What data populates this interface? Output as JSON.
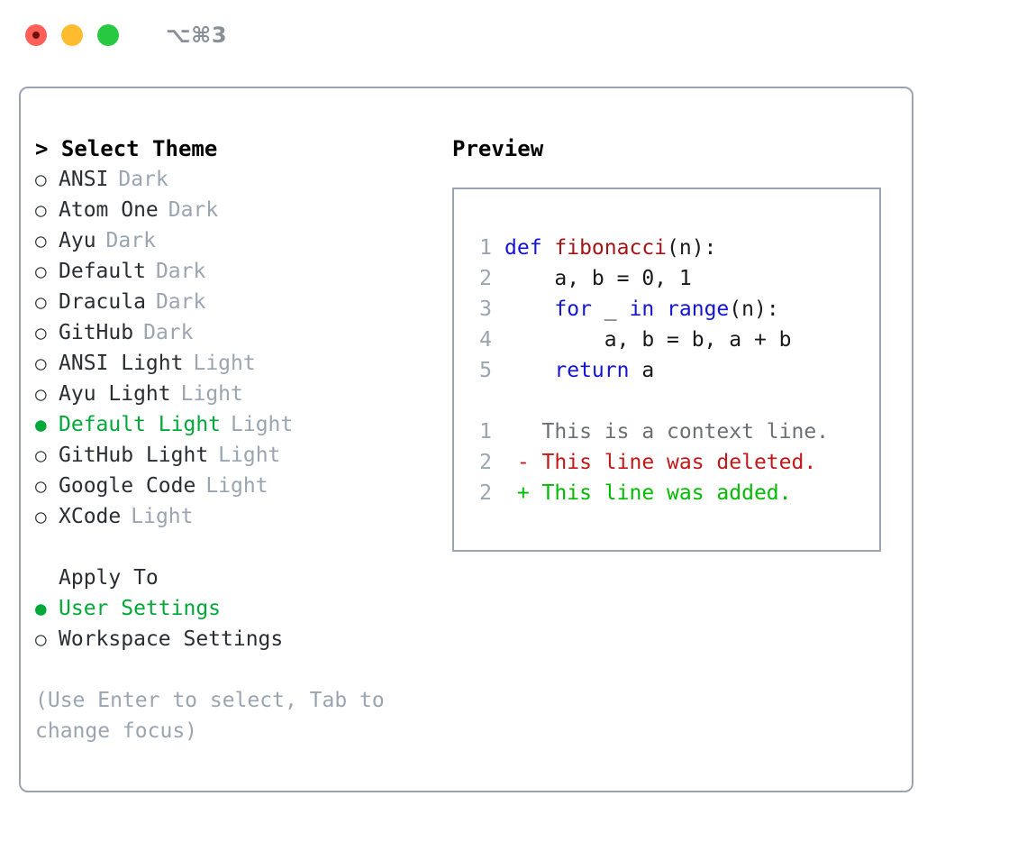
{
  "window": {
    "title": "⌥⌘3",
    "traffic_lights": [
      {
        "name": "close-button",
        "color": "#FF5F57"
      },
      {
        "name": "minimize-button",
        "color": "#FEBC2E"
      },
      {
        "name": "maximize-button",
        "color": "#28C840"
      }
    ]
  },
  "theme_picker": {
    "header": "> Select Theme",
    "bullet_unselected": "○",
    "bullet_selected": "●",
    "themes": [
      {
        "name": "ANSI",
        "tag": "Dark",
        "selected": false
      },
      {
        "name": "Atom One",
        "tag": "Dark",
        "selected": false
      },
      {
        "name": "Ayu",
        "tag": "Dark",
        "selected": false
      },
      {
        "name": "Default",
        "tag": "Dark",
        "selected": false
      },
      {
        "name": "Dracula",
        "tag": "Dark",
        "selected": false
      },
      {
        "name": "GitHub",
        "tag": "Dark",
        "selected": false
      },
      {
        "name": "ANSI Light",
        "tag": "Light",
        "selected": false
      },
      {
        "name": "Ayu Light",
        "tag": "Light",
        "selected": false
      },
      {
        "name": "Default Light",
        "tag": "Light",
        "selected": true
      },
      {
        "name": "GitHub Light",
        "tag": "Light",
        "selected": false
      },
      {
        "name": "Google Code",
        "tag": "Light",
        "selected": false
      },
      {
        "name": "XCode",
        "tag": "Light",
        "selected": false
      }
    ],
    "apply_to": {
      "label": "Apply To",
      "options": [
        {
          "name": "User Settings",
          "selected": true
        },
        {
          "name": "Workspace Settings",
          "selected": false
        }
      ]
    },
    "hint": "(Use Enter to select, Tab to change focus)"
  },
  "preview": {
    "header": "Preview",
    "code_lines": [
      {
        "lineno": "1",
        "tokens": [
          {
            "text": "def ",
            "cls": "tok-kw"
          },
          {
            "text": "fibonacci",
            "cls": "tok-fn"
          },
          {
            "text": "(n):",
            "cls": "tok-plain"
          }
        ]
      },
      {
        "lineno": "2",
        "tokens": [
          {
            "text": "    a, b = 0, 1",
            "cls": "tok-plain"
          }
        ]
      },
      {
        "lineno": "3",
        "tokens": [
          {
            "text": "    ",
            "cls": "tok-plain"
          },
          {
            "text": "for",
            "cls": "tok-kw"
          },
          {
            "text": " _ ",
            "cls": "tok-plain"
          },
          {
            "text": "in",
            "cls": "tok-kw"
          },
          {
            "text": " ",
            "cls": "tok-plain"
          },
          {
            "text": "range",
            "cls": "tok-kw"
          },
          {
            "text": "(n):",
            "cls": "tok-plain"
          }
        ]
      },
      {
        "lineno": "4",
        "tokens": [
          {
            "text": "        a, b = b, a + b",
            "cls": "tok-plain"
          }
        ]
      },
      {
        "lineno": "5",
        "tokens": [
          {
            "text": "    ",
            "cls": "tok-plain"
          },
          {
            "text": "return",
            "cls": "tok-kw"
          },
          {
            "text": " a",
            "cls": "tok-plain"
          }
        ]
      }
    ],
    "diff_lines": [
      {
        "lineno": "1",
        "marker": " ",
        "text": "This is a context line.",
        "kind": "diff-context"
      },
      {
        "lineno": "2",
        "marker": "-",
        "text": "This line was deleted.",
        "kind": "diff-del"
      },
      {
        "lineno": "2",
        "marker": "+",
        "text": "This line was added.",
        "kind": "diff-add"
      }
    ]
  },
  "colors": {
    "accent_green": "#00a838",
    "muted": "#9aa5b1",
    "keyword_blue": "#1414d6",
    "function_red": "#a31515",
    "diff_add_green": "#00bb00",
    "diff_del_red": "#c31818",
    "border": "#9aa5b1",
    "background": "#ffffff"
  }
}
